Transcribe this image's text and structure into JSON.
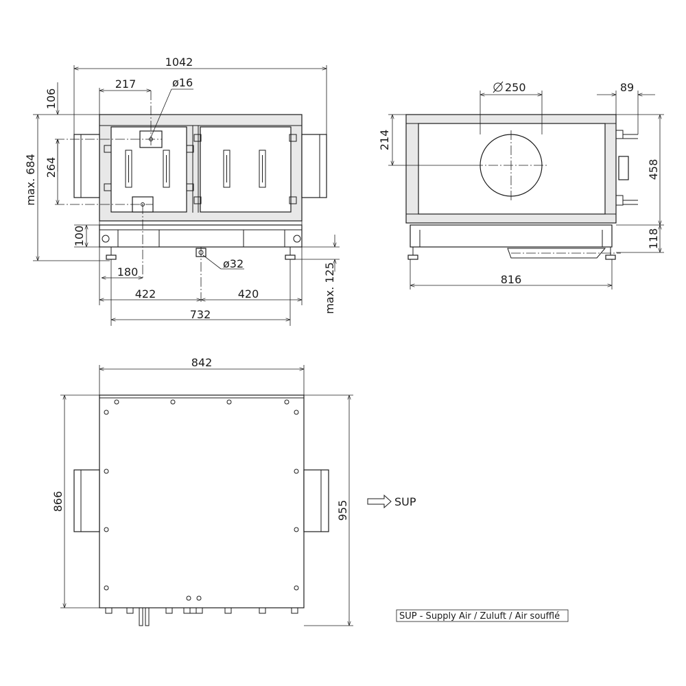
{
  "front_view": {
    "dims": {
      "overall_width": "1042",
      "offset_217": "217",
      "diameter_16": "ø16",
      "top_106": "106",
      "height_max": "max. 684",
      "height_264": "264",
      "base_100": "100",
      "offset_180": "180",
      "drain_diameter": "ø32",
      "left_422": "422",
      "right_420": "420",
      "width_732": "732",
      "feet_max": "max. 125"
    }
  },
  "side_view": {
    "dims": {
      "duct_diameter": "250",
      "depth_89": "89",
      "top_214": "214",
      "height_458": "458",
      "base_118": "118",
      "width_816": "816"
    }
  },
  "top_view": {
    "dims": {
      "width_842": "842",
      "height_866": "866",
      "height_955": "955"
    },
    "airflow_label": "SUP"
  },
  "legend": {
    "text": "SUP - Supply Air /  Zuluft /  Air soufflé"
  },
  "colors": {
    "line": "#1a1a1a",
    "panel_fill": "#e8e8e8",
    "background": "#ffffff"
  }
}
